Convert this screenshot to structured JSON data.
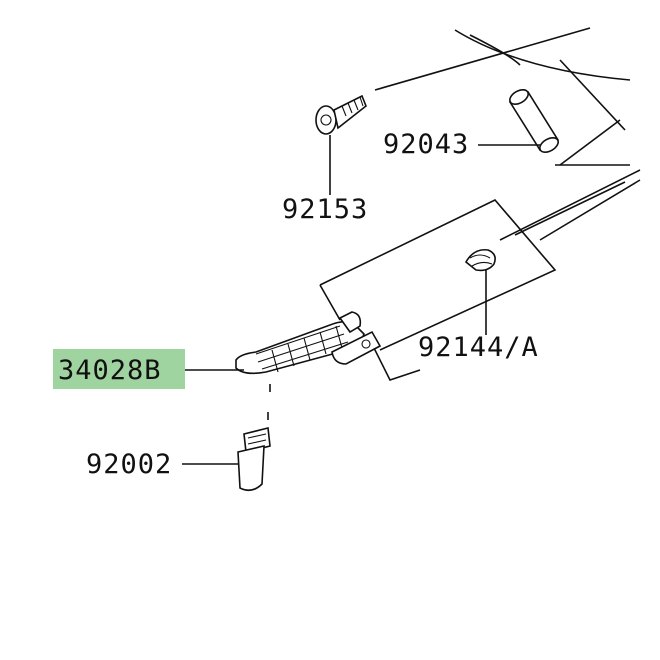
{
  "parts": [
    {
      "id": "92043",
      "label": "92043",
      "highlighted": false
    },
    {
      "id": "92153",
      "label": "92153",
      "highlighted": false
    },
    {
      "id": "92144A",
      "label": "92144/A",
      "highlighted": false
    },
    {
      "id": "34028B",
      "label": "34028B",
      "highlighted": true
    },
    {
      "id": "92002",
      "label": "92002",
      "highlighted": false
    }
  ],
  "colors": {
    "highlight": "#9fd39f",
    "ink": "#111111",
    "background": "#ffffff"
  }
}
